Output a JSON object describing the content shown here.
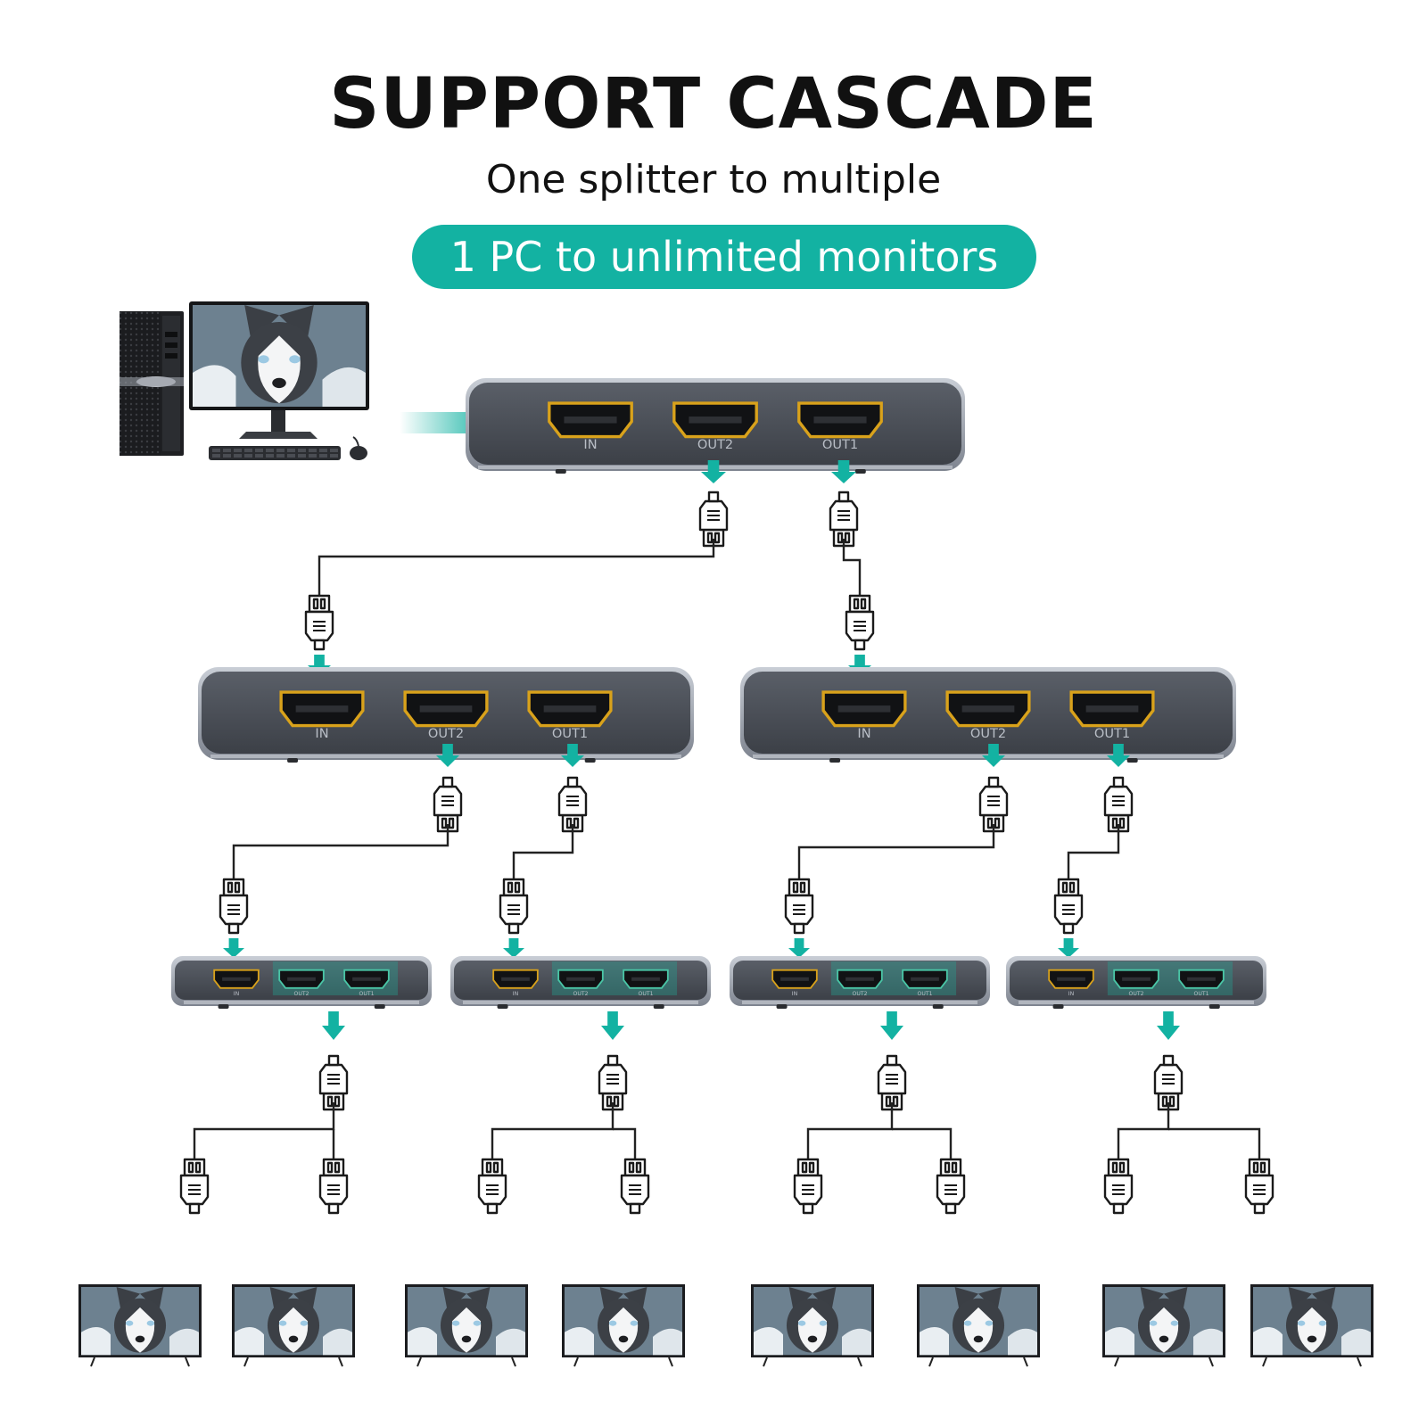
{
  "header": {
    "title": "SUPPORT CASCADE",
    "subtitle": "One splitter to multiple",
    "badge": "1 PC to unlimited monitors"
  },
  "ports": {
    "in": "IN",
    "out2": "OUT2",
    "out1": "OUT1"
  },
  "colors": {
    "accent": "#13b2a2",
    "device_body": "#4b4f57",
    "device_frame": "#9aa0ab",
    "port_gold": "#d9a21b",
    "cable": "#222222"
  },
  "icons": [
    "pc-tower-icon",
    "monitor-icon",
    "keyboard-icon",
    "mouse-icon",
    "hdmi-connector-icon",
    "arrow-icon",
    "tv-icon"
  ]
}
